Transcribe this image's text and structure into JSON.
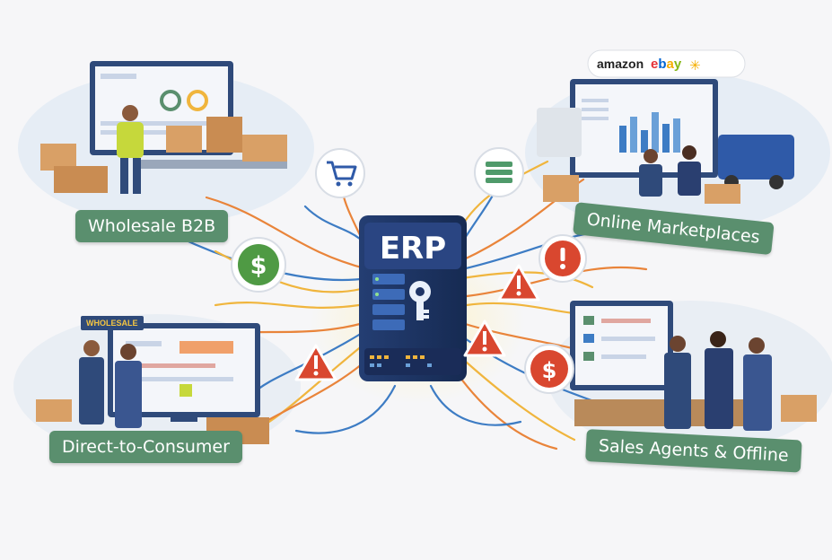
{
  "center": {
    "title": "ERP"
  },
  "regions": {
    "wholesale": {
      "label": "Wholesale B2B"
    },
    "marketplaces": {
      "label": "Online Marketplaces",
      "logos": [
        "amazon",
        "ebay"
      ]
    },
    "dtc": {
      "label": "Direct-to-Consumer",
      "tag": "WHOLESALE"
    },
    "agents": {
      "label": "Sales Agents & Offline"
    }
  },
  "nodes": [
    {
      "name": "cart-icon",
      "kind": "cart"
    },
    {
      "name": "list-icon",
      "kind": "list"
    },
    {
      "name": "dollar-icon-left",
      "kind": "dollar"
    },
    {
      "name": "dollar-icon-right",
      "kind": "dollar-red"
    },
    {
      "name": "alert-icon",
      "kind": "alert"
    }
  ],
  "colors": {
    "label_green": "#5a8f6e",
    "server_navy": "#1f3566",
    "wire_orange": "#e9843a",
    "wire_blue": "#3d7cc4",
    "wire_yellow": "#f0b53d",
    "alert_red": "#d9472f",
    "dollar_green": "#4f9a44"
  }
}
